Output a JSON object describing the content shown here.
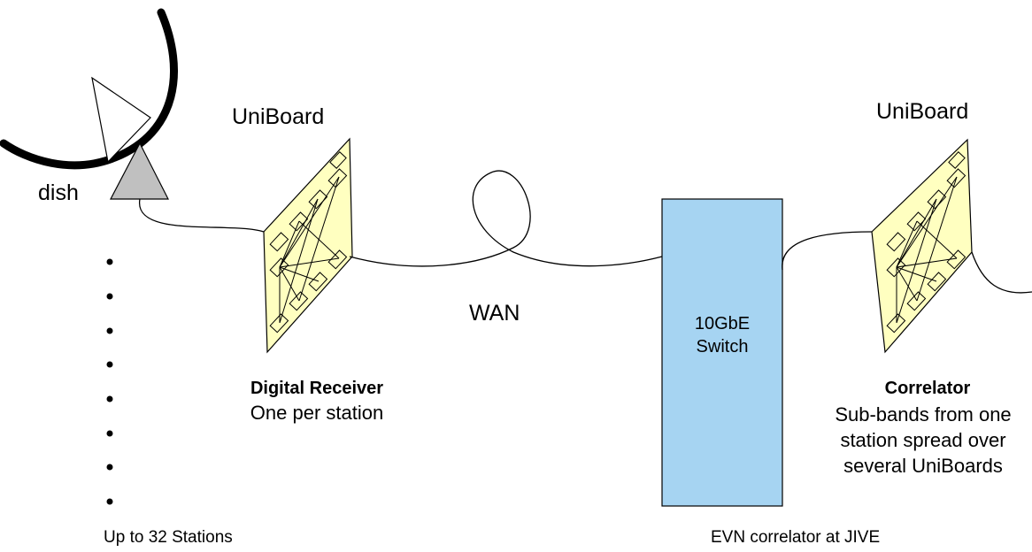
{
  "labels": {
    "dish": "dish",
    "uniboard_left": "UniBoard",
    "uniboard_right": "UniBoard",
    "wan": "WAN",
    "switch_line1": "10GbE",
    "switch_line2": "Switch",
    "receiver_title": "Digital Receiver",
    "receiver_desc": "One per station",
    "correlator_title": "Correlator",
    "correlator_desc": [
      "Sub-bands from one",
      "station spread over",
      "several UniBoards"
    ],
    "stations": "Up to 32 Stations",
    "evn": "EVN correlator at JIVE"
  },
  "colors": {
    "board_fill": "#ffffc0",
    "switch_fill": "#a6d4f2",
    "feed_fill": "#c0c0c0"
  }
}
